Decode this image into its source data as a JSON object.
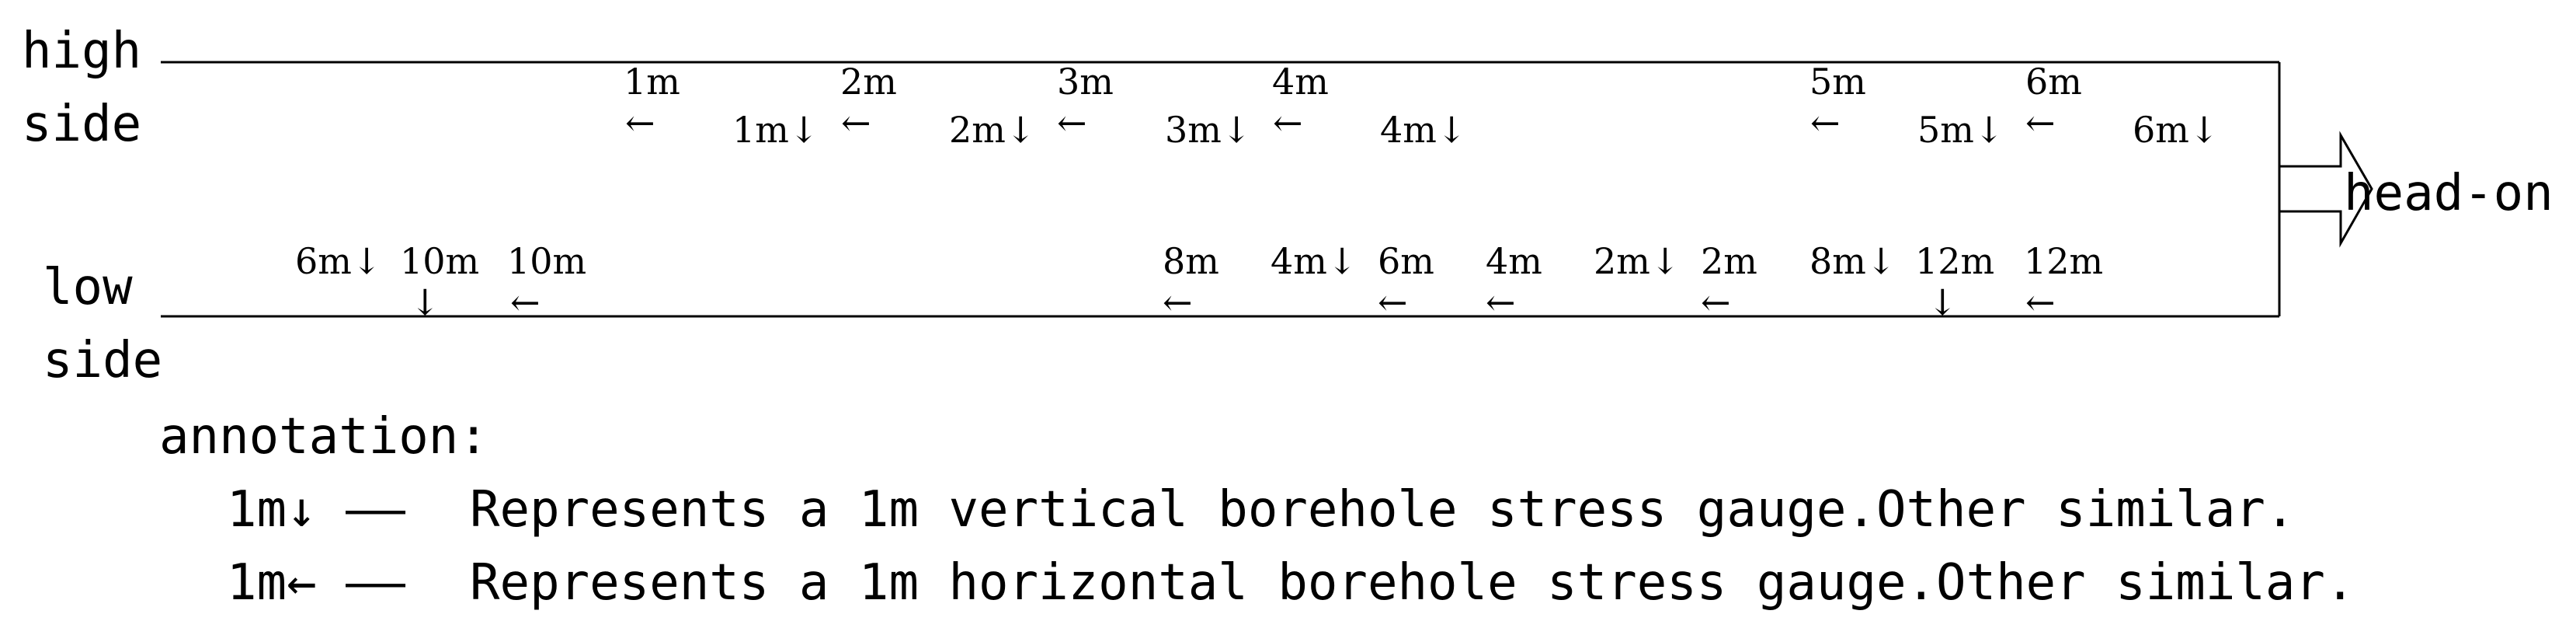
{
  "labels": {
    "high_side_1": "high",
    "high_side_2": "side",
    "low_side_1": "low",
    "low_side_2": "side",
    "head_on": "head-on",
    "annotation_title": "annotation:"
  },
  "legend": {
    "vertical_symbol": "1m↓",
    "vertical_dash": "——",
    "vertical_text": "Represents a 1m vertical borehole stress gauge.Other similar.",
    "horizontal_symbol": "1m←",
    "horizontal_dash": "——",
    "horizontal_text": "Represents a 1m horizontal borehole stress gauge.Other similar."
  },
  "gauges": {
    "high": [
      {
        "text": "1m",
        "arrow": "←"
      },
      {
        "text": "1m↓"
      },
      {
        "text": "2m",
        "arrow": "←"
      },
      {
        "text": "2m↓"
      },
      {
        "text": "3m",
        "arrow": "←"
      },
      {
        "text": "3m↓"
      },
      {
        "text": "4m",
        "arrow": "←"
      },
      {
        "text": "4m↓"
      },
      {
        "text": "5m",
        "arrow": "←"
      },
      {
        "text": "5m↓"
      },
      {
        "text": "6m",
        "arrow": "←"
      },
      {
        "text": "6m↓"
      }
    ],
    "low": [
      {
        "text": "6m↓"
      },
      {
        "text": "10m",
        "arrow": "↓"
      },
      {
        "text": "10m",
        "arrow": "←"
      },
      {
        "text": "8m",
        "arrow": "←"
      },
      {
        "text": "4m↓"
      },
      {
        "text": "6m",
        "arrow": "←"
      },
      {
        "text": "4m",
        "arrow": "←"
      },
      {
        "text": "2m↓"
      },
      {
        "text": "2m",
        "arrow": "←"
      },
      {
        "text": "8m↓"
      },
      {
        "text": "12m",
        "arrow": "↓"
      },
      {
        "text": "12m",
        "arrow": "←"
      }
    ]
  }
}
